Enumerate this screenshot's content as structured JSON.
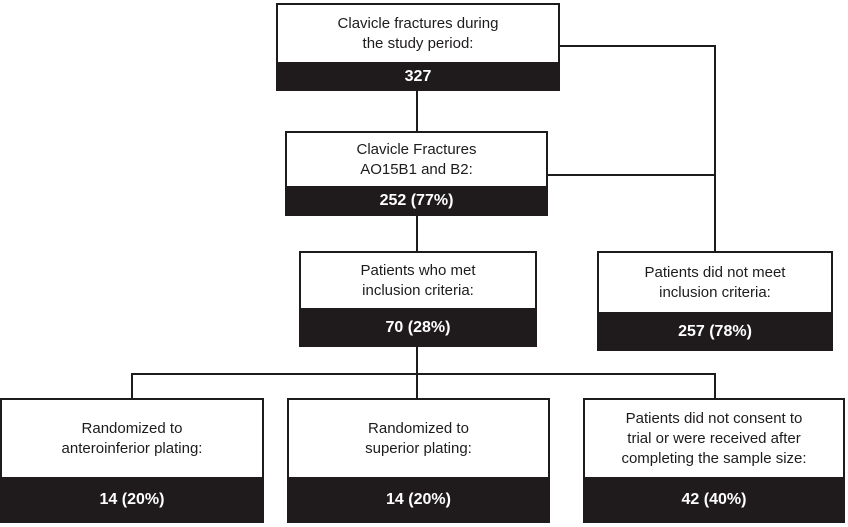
{
  "diagram": {
    "type": "flowchart",
    "title": "Clavicle fracture study enrollment flow",
    "colors": {
      "box_border": "#1e1b1c",
      "value_band_background": "#1f1b1c",
      "value_band_text": "#ffffff",
      "label_text": "#1e1b1c",
      "background": "#ffffff"
    },
    "nodes": [
      {
        "id": "total-fractures",
        "label": "Clavicle fractures during\nthe study period:",
        "value": "327"
      },
      {
        "id": "ao15b1-b2",
        "label": "Clavicle Fractures\nAO15B1 and B2:",
        "value": "252 (77%)"
      },
      {
        "id": "met-inclusion",
        "label": "Patients who met\ninclusion criteria:",
        "value": "70 (28%)"
      },
      {
        "id": "not-met-inclusion",
        "label": "Patients did not meet\ninclusion criteria:",
        "value": "257 (78%)"
      },
      {
        "id": "anteroinferior-plate",
        "label": "Randomized to\nanteroinferior plating:",
        "value": "14 (20%)"
      },
      {
        "id": "superior-plate",
        "label": "Randomized to\nsuperior plating:",
        "value": "14 (20%)"
      },
      {
        "id": "no-consent",
        "label": "Patients did not consent to\ntrial or were received after\ncompleting the sample size:",
        "value": "42 (40%)"
      }
    ],
    "edges": [
      "total-fractures -> ao15b1-b2",
      "ao15b1-b2 -> met-inclusion",
      "total-fractures -> not-met-inclusion",
      "ao15b1-b2 -> not-met-inclusion",
      "met-inclusion -> anteroinferior-plate",
      "met-inclusion -> superior-plate",
      "met-inclusion -> no-consent"
    ]
  }
}
